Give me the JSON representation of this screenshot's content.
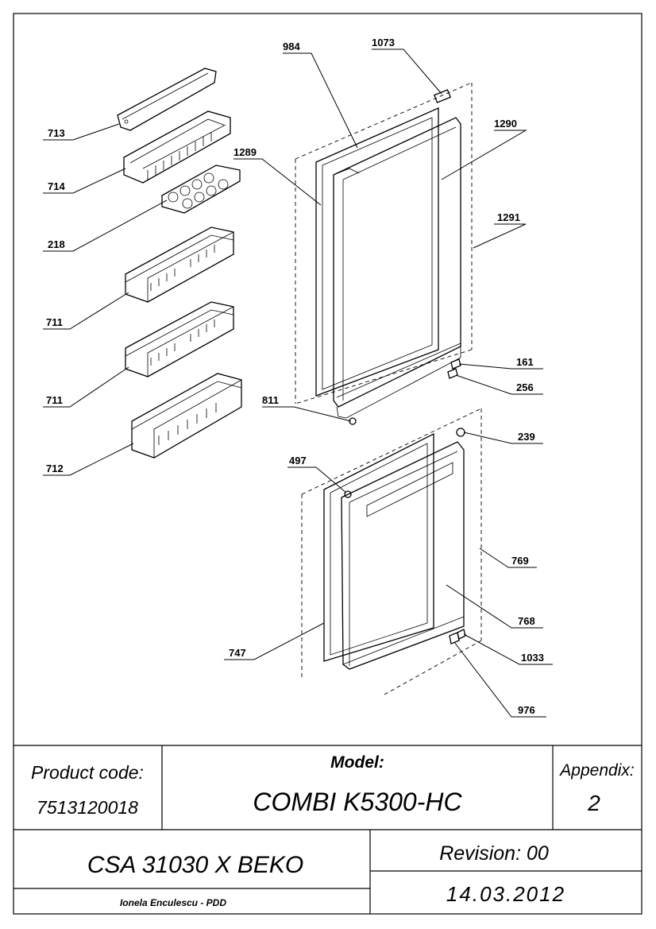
{
  "parts": {
    "p984": "984",
    "p1073": "1073",
    "p1290": "1290",
    "p1289": "1289",
    "p1291": "1291",
    "p713": "713",
    "p714": "714",
    "p218": "218",
    "p711a": "711",
    "p711b": "711",
    "p712": "712",
    "p161": "161",
    "p256": "256",
    "p811": "811",
    "p239": "239",
    "p497": "497",
    "p769": "769",
    "p768": "768",
    "p747": "747",
    "p1033": "1033",
    "p976": "976"
  },
  "title_block": {
    "product_code_label": "Product code:",
    "product_code": "7513120018",
    "model_label": "Model:",
    "model": "COMBI K5300-HC",
    "appendix_label": "Appendix:",
    "appendix": "2",
    "product_name": "CSA 31030 X BEKO",
    "revision": "Revision: 00",
    "author": "Ionela Enculescu - PDD",
    "date": "14.03.2012"
  }
}
